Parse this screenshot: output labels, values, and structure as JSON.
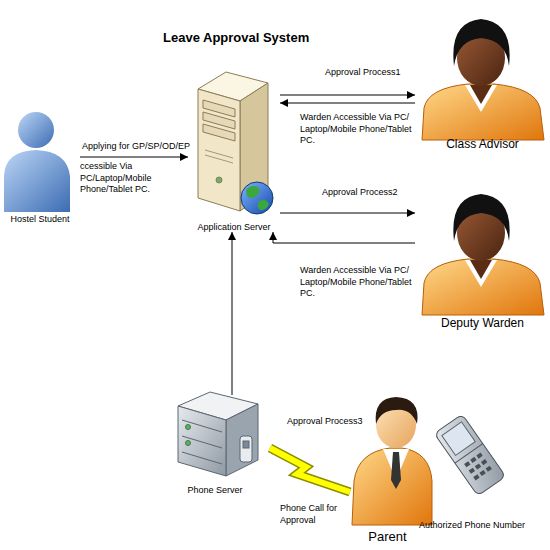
{
  "diagram": {
    "title": "Leave Approval System",
    "nodes": [
      {
        "text": [
          "Hostel Student"
        ]
      },
      {
        "text": [
          "Application Server"
        ]
      },
      {
        "text": [
          "Class Advisor"
        ]
      },
      {
        "text": [
          "Deputy Warden"
        ]
      },
      {
        "text": [
          "Phone Server"
        ]
      },
      {
        "text": [
          "Parent"
        ]
      },
      {
        "text": [
          "Authorized Phone Number"
        ]
      }
    ],
    "edges": [
      {
        "from": 0,
        "to": 1,
        "arrow": "to",
        "label": "Applying for GP/SP/OD/EP"
      },
      {
        "from": 1,
        "to": 2,
        "arrow": "to",
        "label": "Approval Process1"
      },
      {
        "from": 2,
        "to": 1,
        "arrow": "to",
        "label": "Warden Accessible Via PC/ Laptop/Mobile Phone/Tablet PC."
      },
      {
        "from": 1,
        "to": 3,
        "arrow": "to",
        "label": "Approval Process2"
      },
      {
        "from": 3,
        "to": 1,
        "arrow": "to",
        "label": "Warden Accessible Via PC/ Laptop/Mobile Phone/Tablet PC."
      },
      {
        "from": 4,
        "to": 1,
        "arrow": "to"
      },
      {
        "from": 4,
        "to": 5,
        "arrow": "none",
        "label": "Phone Call for Approval"
      }
    ],
    "labels": [
      "ccessible Via PC/Laptop/Mobile Phone/Tablet PC.",
      "Approval Process3"
    ]
  }
}
